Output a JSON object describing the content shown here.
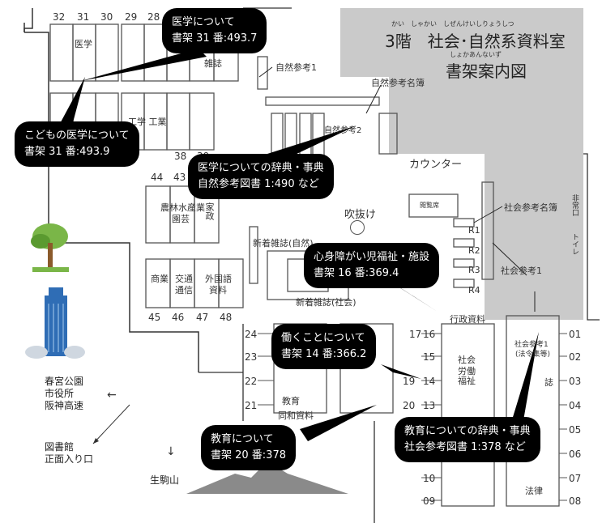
{
  "title": {
    "ruby1": "かい　しゃかい　しぜんけいしりょうしつ",
    "line1": "3階　社会･自然系資料室",
    "ruby2": "しょかあんないず",
    "line2": "書架案内図"
  },
  "callouts": {
    "medicine": [
      "医学について",
      "書架 31 番:493.7"
    ],
    "kids_medicine": [
      "こどもの医学について",
      "書架 31 番:493.9"
    ],
    "med_dict": [
      "医学についての辞典・事典",
      "自然参考図書 1:490 など"
    ],
    "welfare": [
      "心身障がい児福祉・施設",
      "書架 16 番:369.4"
    ],
    "work": [
      "働くことについて",
      "書架 14 番:366.2"
    ],
    "education": [
      "教育について",
      "書架 20 番:378"
    ],
    "edu_dict": [
      "教育についての辞典・事典",
      "社会参考図書 1:378 など"
    ]
  },
  "shelf_numbers_top": [
    "32",
    "31",
    "30",
    "29",
    "28"
  ],
  "shelf_numbers_mid": [
    "38",
    "39",
    "44",
    "43"
  ],
  "shelf_numbers_bot": [
    "45",
    "46",
    "47",
    "48"
  ],
  "shelf_numbers_left": [
    "24",
    "23",
    "22",
    "21"
  ],
  "shelf_numbers_center": [
    "17",
    "19",
    "20",
    "16",
    "15",
    "14",
    "13",
    "10",
    "09"
  ],
  "shelf_numbers_right": [
    "01",
    "02",
    "03",
    "04",
    "05",
    "06",
    "07",
    "08"
  ],
  "labels": {
    "shizen_sanko1": "自然参考1",
    "shizen_meibo": "自然参考名簿",
    "shizen_sanko2": "自然参考2",
    "counter": "カウンター",
    "fukinuke": "吹抜け",
    "shakai_meibo": "社会参考名簿",
    "shakai_sanko1": "社会参考1",
    "shinchaku_shizen": "新着雑誌(自然)",
    "shinchaku_shakai": "新着雑誌(社会)",
    "gyosei": "行政資料",
    "kogaku": "工学 工業",
    "igaku": "医学",
    "zasshi": "雑誌",
    "norin": "農林水産業",
    "engei": "園芸",
    "kasei": "家政",
    "shogyo": "商業",
    "kotsu": "交通",
    "tsushin": "通信",
    "gaikoku": "外国語",
    "shiryo": "資料",
    "shakai_fukushi": "社会",
    "rodo": "労働",
    "fukushi": "福祉",
    "kyoiku": "教育",
    "dowa": "同和資料",
    "horitsu": "法律",
    "zasshi2": "誌",
    "shakai_sanko_right": "社会参考1",
    "houki": "(法令集等)",
    "etsuran": "閲覧席",
    "hijoguchi": "非常口",
    "toilet": "トイレ",
    "R1": "R1",
    "R2": "R2",
    "R3": "R3",
    "R4": "R4",
    "haruhi": "春宮公園",
    "shiyakusho": "市役所",
    "hanshin": "阪神高速",
    "toshokan": "図書館",
    "shomen": "正面入り口",
    "ikoma": "生駒山",
    "arrow_left": "←",
    "arrow_down": "↓"
  }
}
